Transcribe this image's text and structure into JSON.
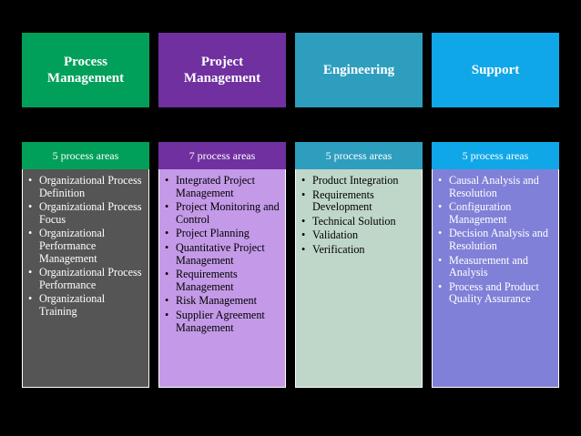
{
  "colors": {
    "background": "#000000",
    "header_fill": [
      "#00a05a",
      "#7030a0",
      "#2e9ebf",
      "#10a7e8"
    ],
    "count_fill": [
      "#00a05a",
      "#7030a0",
      "#2e9ebf",
      "#10a7e8"
    ],
    "body_fill": [
      "#555555",
      "#c49ae8",
      "#bfd7c9",
      "#8080d8"
    ],
    "body_text": [
      "#ffffff",
      "#000000",
      "#000000",
      "#ffffff"
    ]
  },
  "columns": [
    {
      "title": "Process Management",
      "count": "5 process areas",
      "items": [
        "Organizational Process Definition",
        "Organizational Process Focus",
        "Organizational Performance Management",
        "Organizational Process Performance",
        "Organizational Training"
      ]
    },
    {
      "title": "Project Management",
      "count": "7 process areas",
      "items": [
        "Integrated Project Management",
        "Project Monitoring and Control",
        "Project Planning",
        "Quantitative Project Management",
        "Requirements Management",
        "Risk Management",
        "Supplier Agreement Management"
      ]
    },
    {
      "title": "Engineering",
      "count": "5 process areas",
      "items": [
        "Product Integration",
        "Requirements Development",
        "Technical Solution",
        "Validation",
        "Verification"
      ]
    },
    {
      "title": "Support",
      "count": "5 process areas",
      "items": [
        "Causal Analysis and Resolution",
        "Configuration Management",
        "Decision Analysis and Resolution",
        "Measurement and Analysis",
        "Process and Product Quality Assurance"
      ]
    }
  ]
}
